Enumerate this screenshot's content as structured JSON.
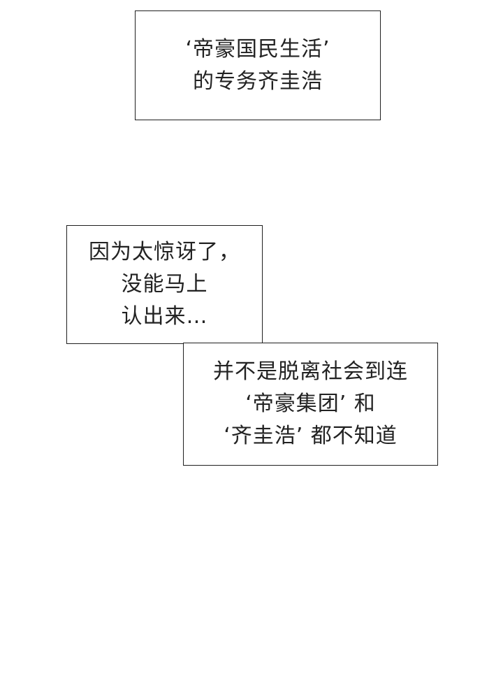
{
  "page": {
    "background": "#ffffff",
    "border_color": "#1f1f1f",
    "text_color": "#222222"
  },
  "boxes": [
    {
      "lines": [
        "‘帝豪国民生活’",
        "的专务齐圭浩"
      ]
    },
    {
      "lines": [
        "因为太惊讶了，",
        "没能马上",
        "认出来…"
      ]
    },
    {
      "lines": [
        "并不是脱离社会到连",
        "‘帝豪集团’ 和",
        "‘齐圭浩’ 都不知道"
      ]
    }
  ]
}
